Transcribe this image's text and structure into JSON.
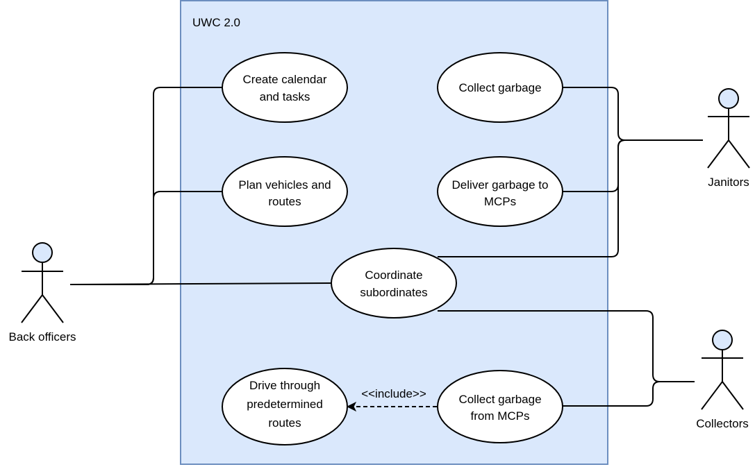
{
  "system": {
    "title": "UWC 2.0"
  },
  "actors": {
    "back_officers": "Back officers",
    "janitors": "Janitors",
    "collectors": "Collectors"
  },
  "use_cases": {
    "create_calendar": [
      "Create calendar",
      "and tasks"
    ],
    "plan_vehicles": [
      "Plan vehicles and",
      "routes"
    ],
    "collect_garbage": [
      "Collect garbage"
    ],
    "deliver_garbage": [
      "Deliver garbage to",
      "MCPs"
    ],
    "coordinate": [
      "Coordinate",
      "subordinates"
    ],
    "drive_routes": [
      "Drive through",
      "predetermined",
      "routes"
    ],
    "collect_from_mcps": [
      "Collect garbage",
      "from MCPs"
    ]
  },
  "relations": {
    "include_label": "<<include>>"
  },
  "colors": {
    "system_fill": "#dae8fc",
    "system_stroke": "#6c8ebf",
    "line": "#000000",
    "actor_head_fill": "#dae8fc",
    "ellipse_fill": "#ffffff"
  }
}
